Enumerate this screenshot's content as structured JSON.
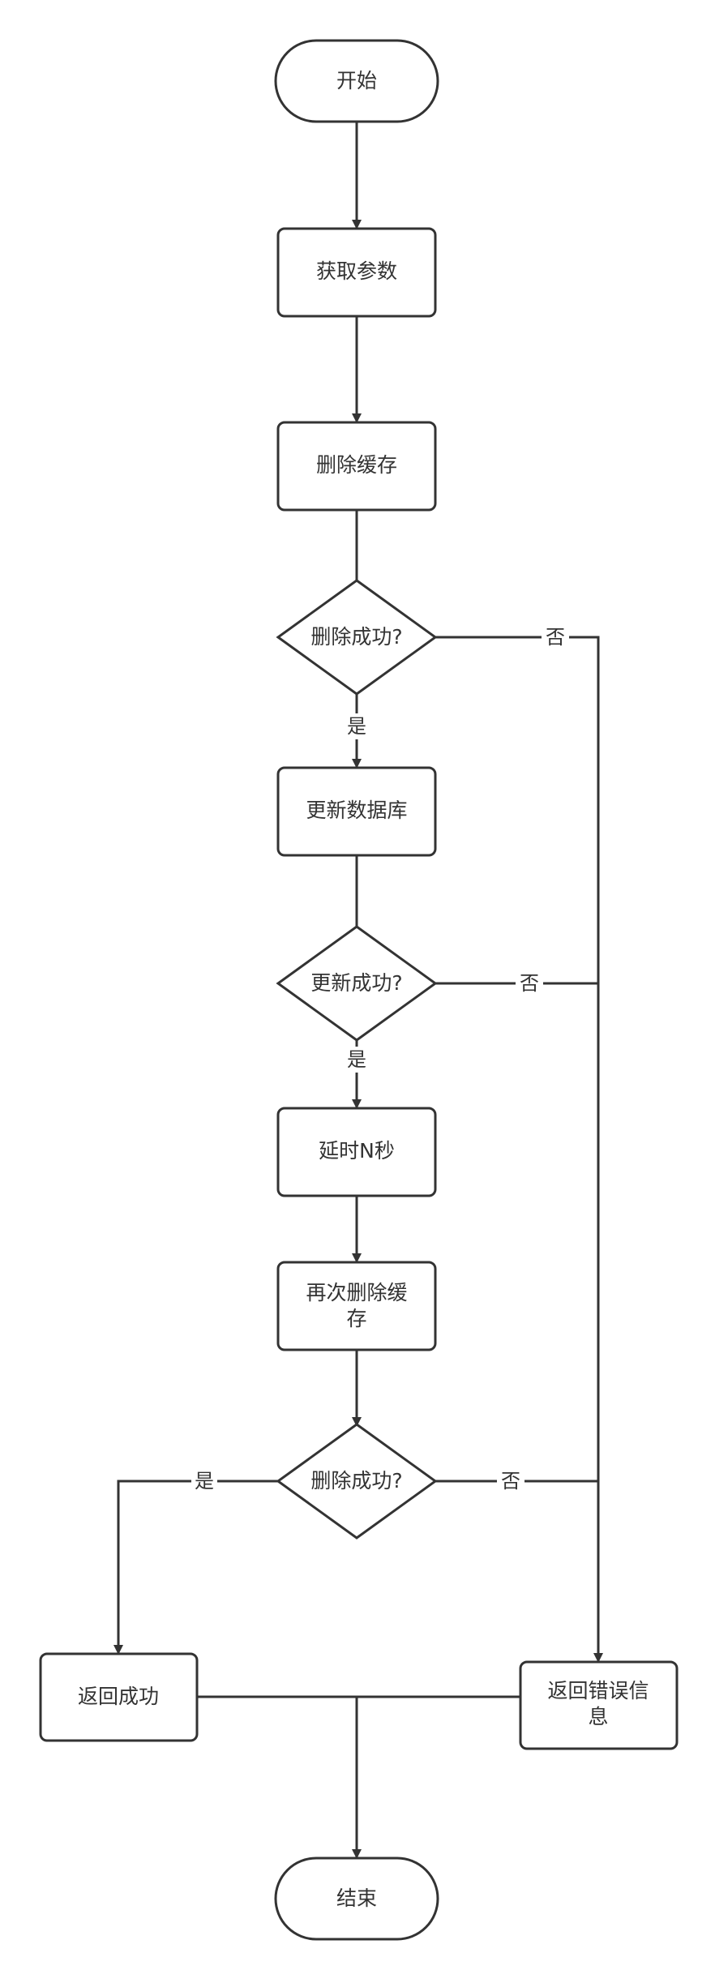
{
  "colors": {
    "stroke": "#333333",
    "fill": "#ffffff",
    "text": "#333333"
  },
  "nodes": {
    "start": "开始",
    "get_params": "获取参数",
    "delete_cache": "删除缓存",
    "delete_ok_1": "删除成功?",
    "update_db": "更新数据库",
    "update_ok": "更新成功?",
    "delay": "延时N秒",
    "delete_again_line1": "再次删除缓",
    "delete_again_line2": "存",
    "delete_ok_2": "删除成功?",
    "return_success": "返回成功",
    "return_error_line1": "返回错误信",
    "return_error_line2": "息",
    "end": "结束"
  },
  "labels": {
    "yes_1": "是",
    "no_1": "否",
    "yes_2": "是",
    "no_2": "否",
    "yes_3": "是",
    "no_3": "否"
  }
}
